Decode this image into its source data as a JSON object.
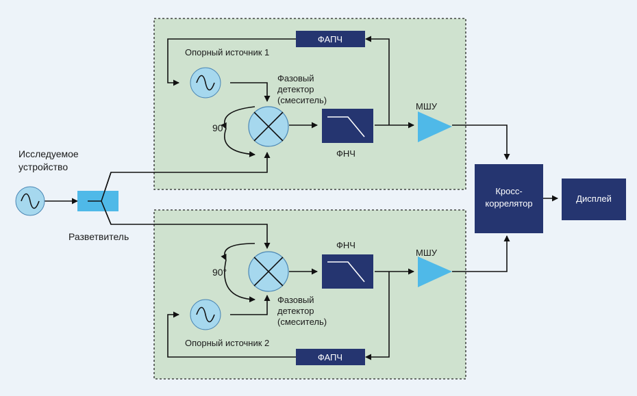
{
  "labels": {
    "dut": [
      "Исследуемое",
      "устройство"
    ],
    "splitter": "Разветвитель",
    "ref1": "Опорный источник 1",
    "ref2": "Опорный источник 2",
    "pd_top": [
      "Фазовый",
      "детектор",
      "(смеситель)"
    ],
    "pd_bot": [
      "Фазовый",
      "детектор",
      "(смеситель)"
    ],
    "deg_top": "90°",
    "deg_bot": "90°",
    "pll_top": "ФАПЧ",
    "pll_bot": "ФАПЧ",
    "lpf_top": "ФНЧ",
    "lpf_bot": "ФНЧ",
    "lna_top": "МШУ",
    "lna_bot": "МШУ",
    "cross": [
      "Кросс-",
      "коррелятор"
    ],
    "display": "Дисплей"
  },
  "colors": {
    "background": "#edf3f9",
    "panel": "#cfe2cf",
    "box": "#253570",
    "component": "#a6d8ee",
    "component_stroke": "#4a86b4",
    "amp": "#4fb9e8"
  }
}
